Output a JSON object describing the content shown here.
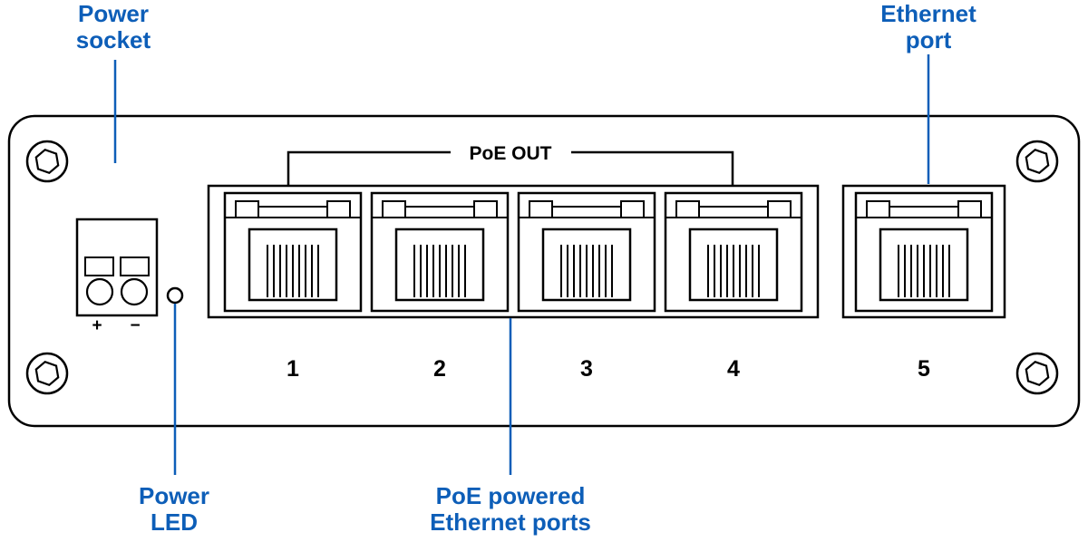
{
  "colors": {
    "accent_blue": "#0d5eb8",
    "line_black": "#000000",
    "background": "#ffffff"
  },
  "callouts": {
    "power_socket": "Power\nsocket",
    "ethernet_port": "Ethernet\nport",
    "power_led": "Power\nLED",
    "poe_ports": "PoE powered\nEthernet ports"
  },
  "panel": {
    "poe_out_label": "PoE OUT",
    "port_numbers": [
      "1",
      "2",
      "3",
      "4",
      "5"
    ],
    "power_socket_plus": "+",
    "power_socket_minus": "−"
  }
}
